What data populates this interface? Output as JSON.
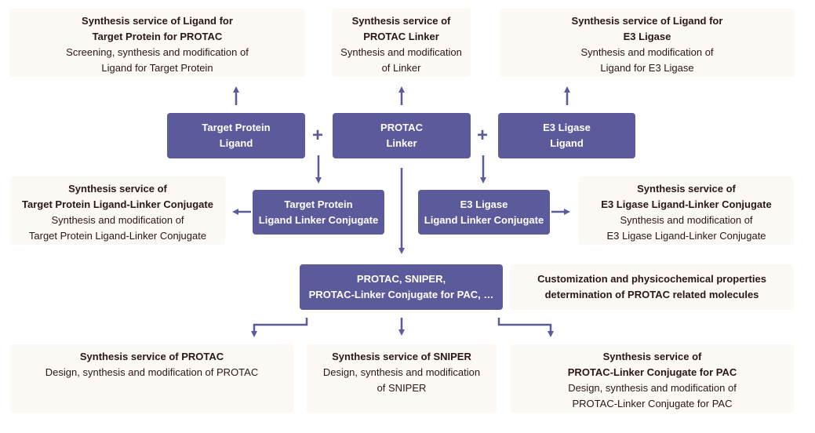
{
  "colors": {
    "node": "#5b5b9b",
    "service_bg": "#fcf8f4",
    "text": "#2a1718",
    "arrow": "#5b5b9b"
  },
  "top_services": {
    "target_ligand": {
      "title_lines": [
        "Synthesis service of Ligand for",
        "Target Protein for PROTAC"
      ],
      "desc_lines": [
        "Screening, synthesis and modification of",
        "Ligand for Target Protein"
      ]
    },
    "linker": {
      "title_lines": [
        "Synthesis service of",
        "PROTAC Linker"
      ],
      "desc_lines": [
        "Synthesis and modification",
        "of Linker"
      ]
    },
    "e3_ligand": {
      "title_lines": [
        "Synthesis service of Ligand for",
        "E3 Ligase"
      ],
      "desc_lines": [
        "Synthesis and modification of",
        "Ligand for E3 Ligase"
      ]
    }
  },
  "components": {
    "target_ligand": [
      "Target Protein",
      "Ligand"
    ],
    "linker": [
      "PROTAC",
      "Linker"
    ],
    "e3_ligand": [
      "E3 Ligase",
      "Ligand"
    ],
    "plus": "+"
  },
  "conjugates": {
    "target": [
      "Target Protein",
      "Ligand Linker Conjugate"
    ],
    "e3": [
      "E3 Ligase",
      "Ligand Linker Conjugate"
    ]
  },
  "conjugate_services": {
    "target": {
      "title_lines": [
        "Synthesis service of",
        "Target Protein Ligand-Linker Conjugate"
      ],
      "desc_lines": [
        "Synthesis and modification of",
        "Target Protein Ligand-Linker Conjugate"
      ]
    },
    "e3": {
      "title_lines": [
        "Synthesis service of",
        "E3 Ligase Ligand-Linker Conjugate"
      ],
      "desc_lines": [
        "Synthesis and modification of",
        "E3 Ligase Ligand-Linker Conjugate"
      ]
    }
  },
  "final": {
    "lines": [
      "PROTAC, SNIPER,",
      "PROTAC-Linker Conjugate for PAC, …"
    ],
    "note_lines": [
      "Customization and physicochemical properties",
      "determination of PROTAC related molecules"
    ]
  },
  "bottom_services": {
    "protac": {
      "title_lines": [
        "Synthesis service of PROTAC"
      ],
      "desc_lines": [
        "Design, synthesis and modification of PROTAC"
      ]
    },
    "sniper": {
      "title_lines": [
        "Synthesis service of SNIPER"
      ],
      "desc_lines": [
        "Design, synthesis and modification",
        "of SNIPER"
      ]
    },
    "pac": {
      "title_lines": [
        "Synthesis service of",
        "PROTAC-Linker Conjugate for PAC"
      ],
      "desc_lines": [
        "Design, synthesis and modification of",
        "PROTAC-Linker Conjugate for PAC"
      ]
    }
  }
}
